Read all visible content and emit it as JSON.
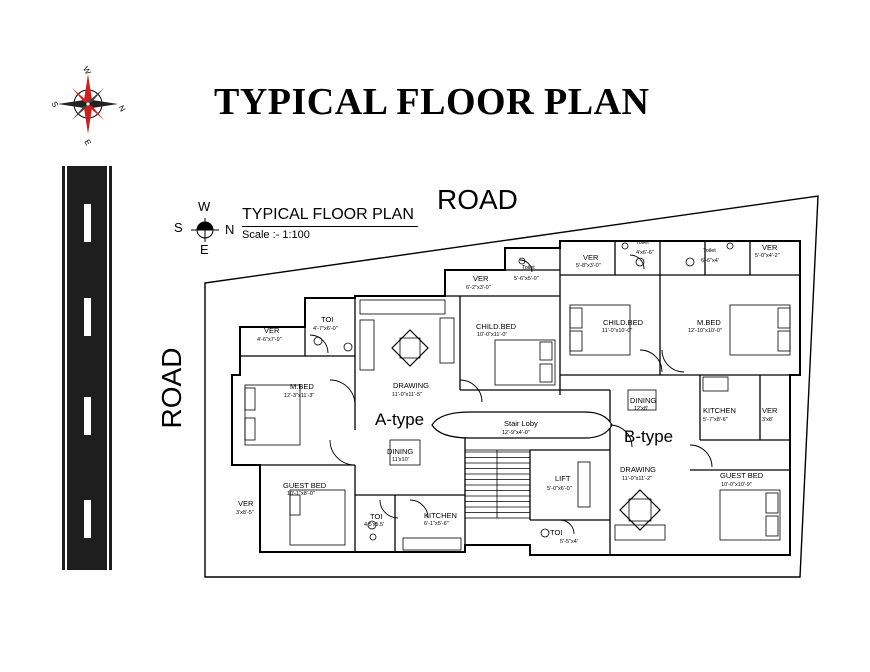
{
  "title": "TYPICAL FLOOR PLAN",
  "road_top": "ROAD",
  "road_left": "ROAD",
  "compass_large": {
    "n": "N",
    "s": "S",
    "e": "E",
    "w": "W"
  },
  "compass_small": {
    "n": "N",
    "s": "S",
    "e": "E",
    "w": "W"
  },
  "plan_subtitle": "TYPICAL FLOOR PLAN",
  "scale": "Scale :- 1:100",
  "unit_a": "A-type",
  "unit_b": "B-type",
  "rooms": {
    "a_ver_top": {
      "name": "VER",
      "dim": "4'-6\"x7'-9\""
    },
    "a_toilet_top": {
      "name": "TOI",
      "dim": "4'-7\"x6'-0\""
    },
    "a_mbed": {
      "name": "M.BED",
      "dim": "12'-3\"x11'-3\""
    },
    "a_drawing": {
      "name": "DRAWING",
      "dim": "11'-0\"x11'-5\""
    },
    "a_dining": {
      "name": "DINING",
      "dim": "11'x10'"
    },
    "a_guest": {
      "name": "GUEST BED",
      "dim": "10'-1\"x8'-0\""
    },
    "a_ver_left": {
      "name": "VER",
      "dim": "3'x8'-5\""
    },
    "a_toilet_bottom": {
      "name": "TOI",
      "dim": "4.5'x5.5'"
    },
    "a_kitchen": {
      "name": "KITCHEN",
      "dim": "6'-1\"x5'-6\""
    },
    "c_ver": {
      "name": "VER",
      "dim": "6'-2\"x3'-0\""
    },
    "c_toilet": {
      "name": "Toilet",
      "dim": "5'-6\"x5'-0\""
    },
    "c_childbed": {
      "name": "CHILD.BED",
      "dim": "10'-0\"x11'-0\""
    },
    "stair": {
      "name": "Stair Loby",
      "dim": "12'-9\"x4'-0\""
    },
    "lift": {
      "name": "LIFT",
      "dim": "5'-0\"x6'-0\""
    },
    "c_toilet_bottom": {
      "name": "TOI",
      "dim": "5'-5\"x4'"
    },
    "b_ver1": {
      "name": "VER",
      "dim": "5'-8\"x3'-0\""
    },
    "b_toilet1": {
      "name": "Toilet",
      "dim": "4'x6'-6\""
    },
    "b_toilet2": {
      "name": "Toilet",
      "dim": "6'-6\"x4'"
    },
    "b_ver2": {
      "name": "VER",
      "dim": "5'-0\"x4'-2\""
    },
    "b_childbed": {
      "name": "CHILD.BED",
      "dim": "11'-0\"x10'-0\""
    },
    "b_mbed": {
      "name": "M.BED",
      "dim": "12'-10\"x10'-0\""
    },
    "b_dining": {
      "name": "DINING",
      "dim": "12'x8'"
    },
    "b_kitchen": {
      "name": "KITCHEN",
      "dim": "5'-7\"x8'-6\""
    },
    "b_ver3": {
      "name": "VER",
      "dim": "3'x8'"
    },
    "b_drawing": {
      "name": "DRAWING",
      "dim": "11'-0\"x11'-2\""
    },
    "b_guest": {
      "name": "GUEST BED",
      "dim": "10'-0\"x10'-9\""
    }
  }
}
